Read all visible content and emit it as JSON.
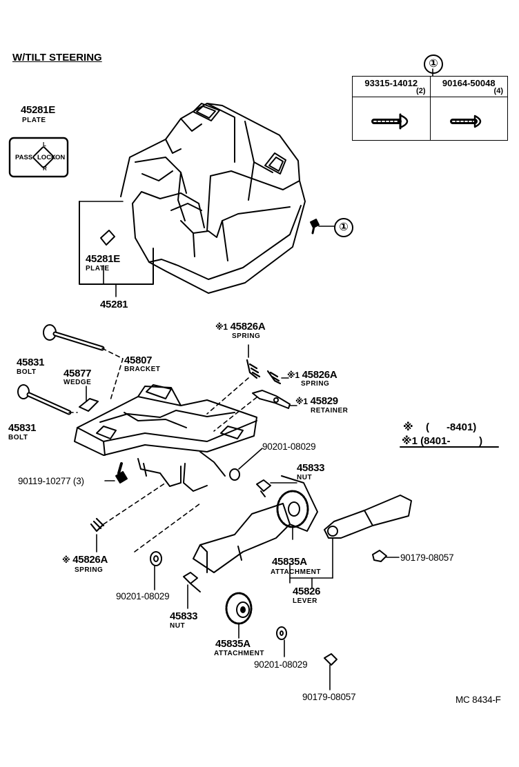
{
  "title": "W/TILT STEERING",
  "diagram_code": "MC 8434-F",
  "fastener_table": {
    "ref": "①",
    "columns": [
      {
        "part": "93315-14012",
        "qty": "(2)",
        "icon": "flanged-bolt-icon"
      },
      {
        "part": "90164-50048",
        "qty": "(4)",
        "icon": "pan-head-screw-icon"
      }
    ]
  },
  "legend": {
    "row1_mark": "※",
    "row1_range": "(      -8401)",
    "row2_mark": "※1",
    "row2_range": "(8401-          )"
  },
  "plate_text": {
    "left": "PASS",
    "center": "LOCK",
    "right": "ON",
    "top": "L",
    "bottom": "R"
  },
  "callouts": {
    "ref_1": "①",
    "p45281E_top": "45281E",
    "p45281E_top_name": "PLATE",
    "p45281E_mid": "45281E",
    "p45281E_mid_name": "PLATE",
    "p45281": "45281",
    "p45826A_a_mark": "※1",
    "p45826A_a": "45826A",
    "p45826A_a_name": "SPRING",
    "p45826A_b_mark": "※1",
    "p45826A_b": "45826A",
    "p45826A_b_name": "SPRING",
    "p45829_mark": "※1",
    "p45829": "45829",
    "p45829_name": "RETAINER",
    "p45831_a": "45831",
    "p45831_a_name": "BOLT",
    "p45877": "45877",
    "p45877_name": "WEDGE",
    "p45807": "45807",
    "p45807_name": "BRACKET",
    "p45831_b": "45831",
    "p45831_b_name": "BOLT",
    "p90201_a": "90201-08029",
    "p90119": "90119-10277 (3)",
    "p45833_a": "45833",
    "p45833_a_name": "NUT",
    "p45826A_c_mark": "※",
    "p45826A_c": "45826A",
    "p45826A_c_name": "SPRING",
    "p90179_a": "90179-08057",
    "p45835A_a": "45835A",
    "p45835A_a_name": "ATTACHMENT",
    "p45826": "45826",
    "p45826_name": "LEVER",
    "p90201_b": "90201-08029",
    "p45833_b": "45833",
    "p45833_b_name": "NUT",
    "p45835A_b": "45835A",
    "p45835A_b_name": "ATTACHMENT",
    "p90201_c": "90201-08029",
    "p90179_b": "90179-08057"
  }
}
